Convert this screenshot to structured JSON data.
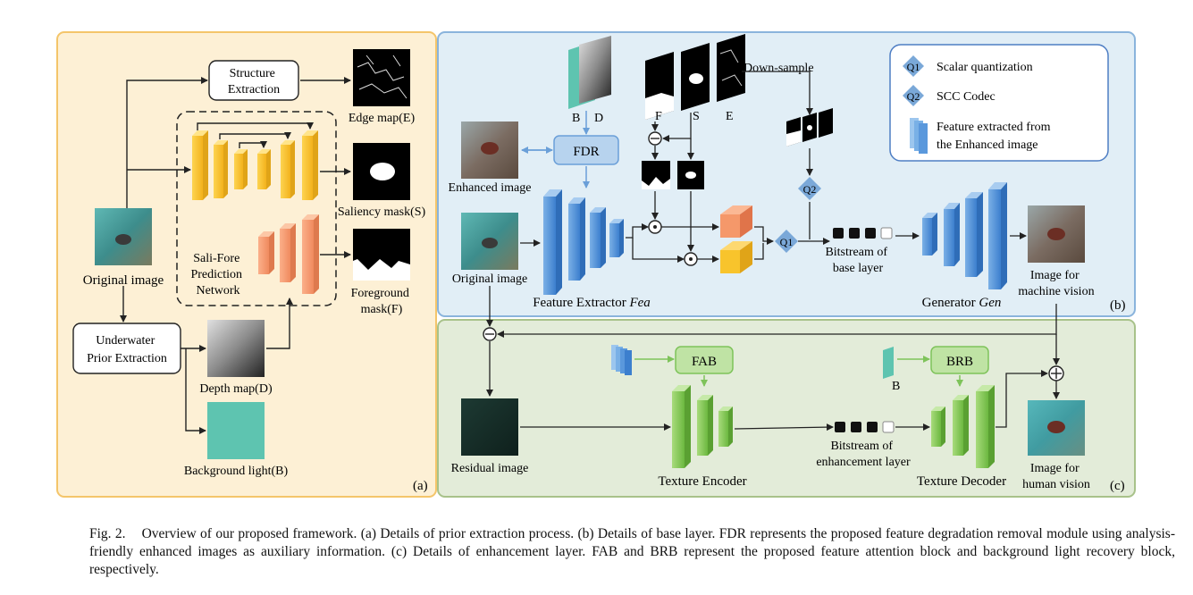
{
  "panel_a": {
    "label": "(a)",
    "original_image": "Original image",
    "structure_extraction": [
      "Structure",
      "Extraction"
    ],
    "edge_map": "Edge map(E)",
    "saliency_mask": "Saliency mask(S)",
    "foreground_mask": [
      "Foreground",
      "mask(F)"
    ],
    "network_label": [
      "Sali-Fore",
      "Prediction",
      "Network"
    ],
    "underwater_prior": [
      "Underwater",
      "Prior Extraction"
    ],
    "depth_map": "Depth map(D)",
    "background_light": "Background light(B)"
  },
  "panel_b": {
    "label": "(b)",
    "legend": {
      "q1": "Q1",
      "q1_text": "Scalar quantization",
      "q2": "Q2",
      "q2_text": "SCC Codec",
      "feat_text": [
        "Feature extracted from",
        "the Enhanced image"
      ]
    },
    "enhanced_image": "Enhanced image",
    "fdr": "FDR",
    "b_label": "B",
    "d_label": "D",
    "f_label": "F",
    "s_label": "S",
    "e_label": "E",
    "downsample": "Down-sample",
    "original_image": "Original image",
    "feature_extractor": "Feature Extractor ",
    "feature_extractor_italic": "Fea",
    "q1": "Q1",
    "q2": "Q2",
    "bitstream_base": [
      "Bitstream of",
      "base layer"
    ],
    "generator": "Generator ",
    "generator_italic": "Gen",
    "image_machine": [
      "Image for",
      "machine vision"
    ]
  },
  "panel_c": {
    "label": "(c)",
    "fab": "FAB",
    "brb": "BRB",
    "b_label": "B",
    "residual_image": "Residual image",
    "texture_encoder": "Texture Encoder",
    "bitstream_enh": [
      "Bitstream of",
      "enhancement layer"
    ],
    "texture_decoder": "Texture Decoder",
    "image_human": [
      "Image for",
      "human vision"
    ]
  },
  "caption": {
    "figno": "Fig. 2.",
    "text": "Overview of our proposed framework. (a) Details of prior extraction process. (b) Details of base layer. FDR represents the proposed feature degradation removal module using analysis-friendly enhanced images as auxiliary information. (c) Details of enhancement layer. FAB and BRB represent the proposed feature attention block and background light recovery block, respectively."
  }
}
